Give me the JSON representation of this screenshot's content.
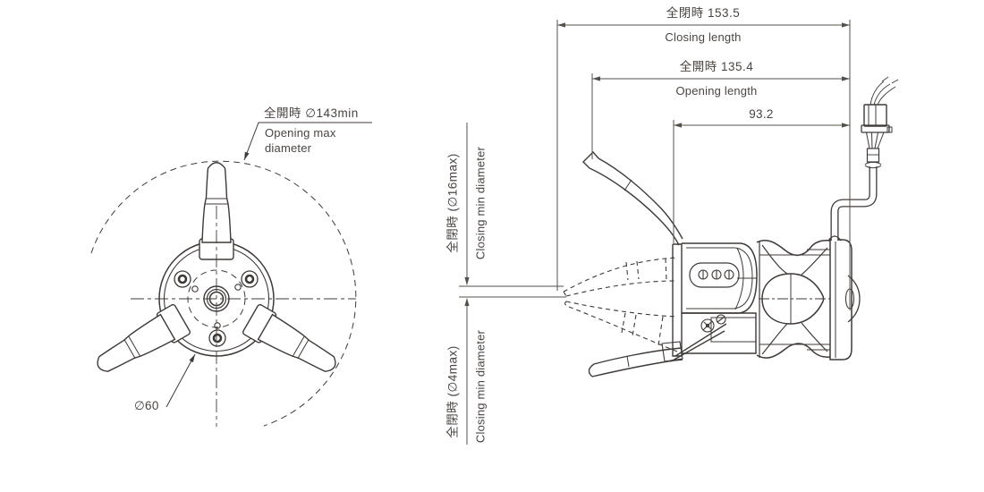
{
  "front_view": {
    "opening_max_jp": "全開時 ∅143min",
    "opening_max_en1": "Opening max",
    "opening_max_en2": "diameter",
    "base_dia": "∅60"
  },
  "side_view": {
    "closing_len_jp": "全閉時 153.5",
    "closing_len_en": "Closing length",
    "opening_len_jp": "全開時 135.4",
    "opening_len_en": "Opening length",
    "flange_dim": "93.2",
    "min16_jp": "全閉時 (∅16max)",
    "min16_en": "Closing min diameter",
    "min4_jp": "全閉時 (∅4max)",
    "min4_en": "Closing min diameter"
  },
  "colors": {
    "line": "#3f3a37",
    "text": "#4a4440",
    "background": "#ffffff"
  }
}
